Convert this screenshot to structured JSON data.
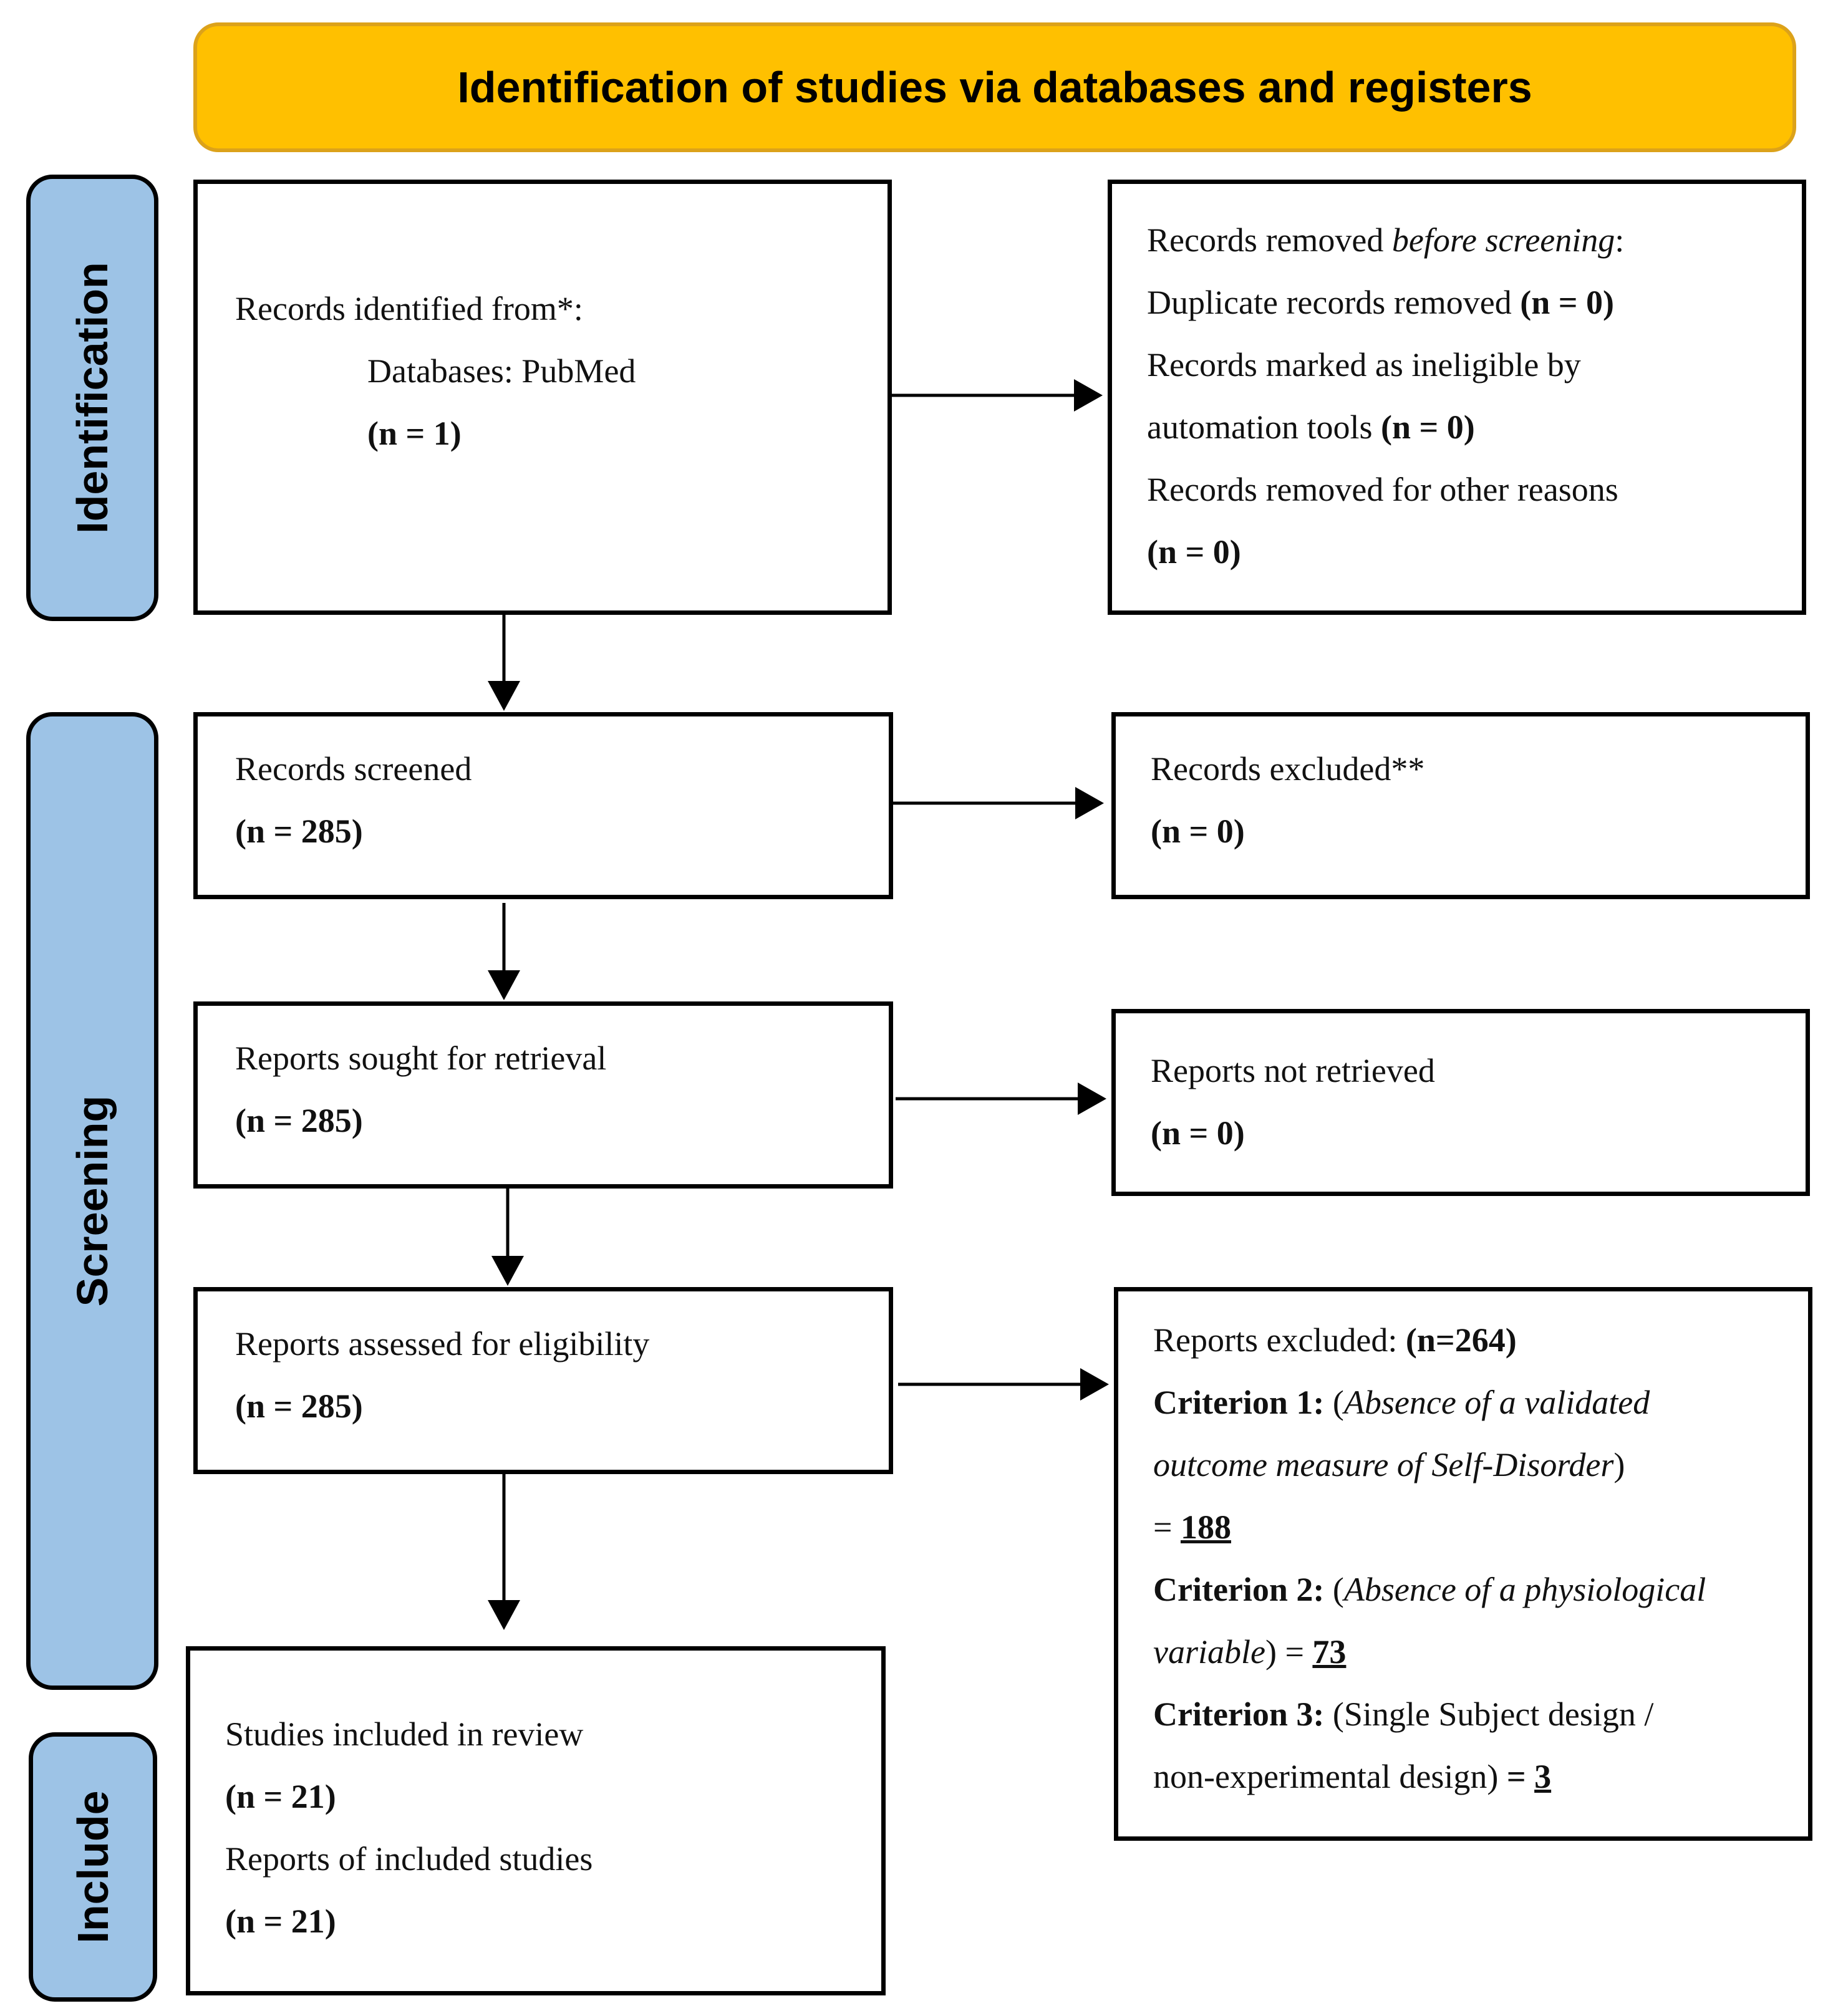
{
  "header": {
    "title": "Identification of studies via databases and registers"
  },
  "phases": {
    "identification": "Identification",
    "screening": "Screening",
    "include": "Include"
  },
  "records_identified": {
    "line1": "Records identified from*:",
    "line2": "Databases: PubMed",
    "count": "(n = 1)"
  },
  "records_removed": {
    "line1_pre": "Records removed ",
    "line1_italic": "before screening",
    "line1_post": ":",
    "line2_text": "Duplicate records removed ",
    "line2_count": "(n = 0)",
    "line3": "Records marked as ineligible by",
    "line4_text": "automation tools ",
    "line4_count": "(n = 0)",
    "line5": "Records removed for other reasons",
    "line6_count": "(n = 0)"
  },
  "records_screened": {
    "label": "Records screened",
    "count": "(n = 285)"
  },
  "records_excluded": {
    "label": "Records excluded**",
    "count": "(n = 0)"
  },
  "reports_sought": {
    "label": "Reports sought for retrieval",
    "count": "(n = 285)"
  },
  "reports_not_retrieved": {
    "label": "Reports not retrieved",
    "count": "(n = 0)"
  },
  "reports_assessed": {
    "label": "Reports assessed for eligibility",
    "count": "(n = 285)"
  },
  "reports_excluded": {
    "line1_text": "Reports excluded: ",
    "line1_count": "(n=264)",
    "c1_label": "Criterion 1:",
    "c1_open": " (",
    "c1_italic_a": "Absence of a validated",
    "c1_italic_b": "outcome  measure of Self-Disorder",
    "c1_close": ")",
    "c1_eq": "= ",
    "c1_value": "188",
    "c2_label": "Criterion 2:",
    "c2_open": " (",
    "c2_italic_a": "Absence of a physiological",
    "c2_italic_b": "variable",
    "c2_close": ") = ",
    "c2_value": "73",
    "c3_label": "Criterion 3:",
    "c3_text_a": " (Single Subject design /",
    "c3_text_b": "non-experimental design) ",
    "c3_eq": "= ",
    "c3_value": "3"
  },
  "studies_included": {
    "line1": "Studies included in review",
    "count1": "(n = 21)",
    "line2": "Reports of included studies",
    "count2": "(n = 21)"
  },
  "colors": {
    "header_fill": "#ffc000",
    "header_border": "#dca21a",
    "phase_fill": "#9dc3e6"
  }
}
